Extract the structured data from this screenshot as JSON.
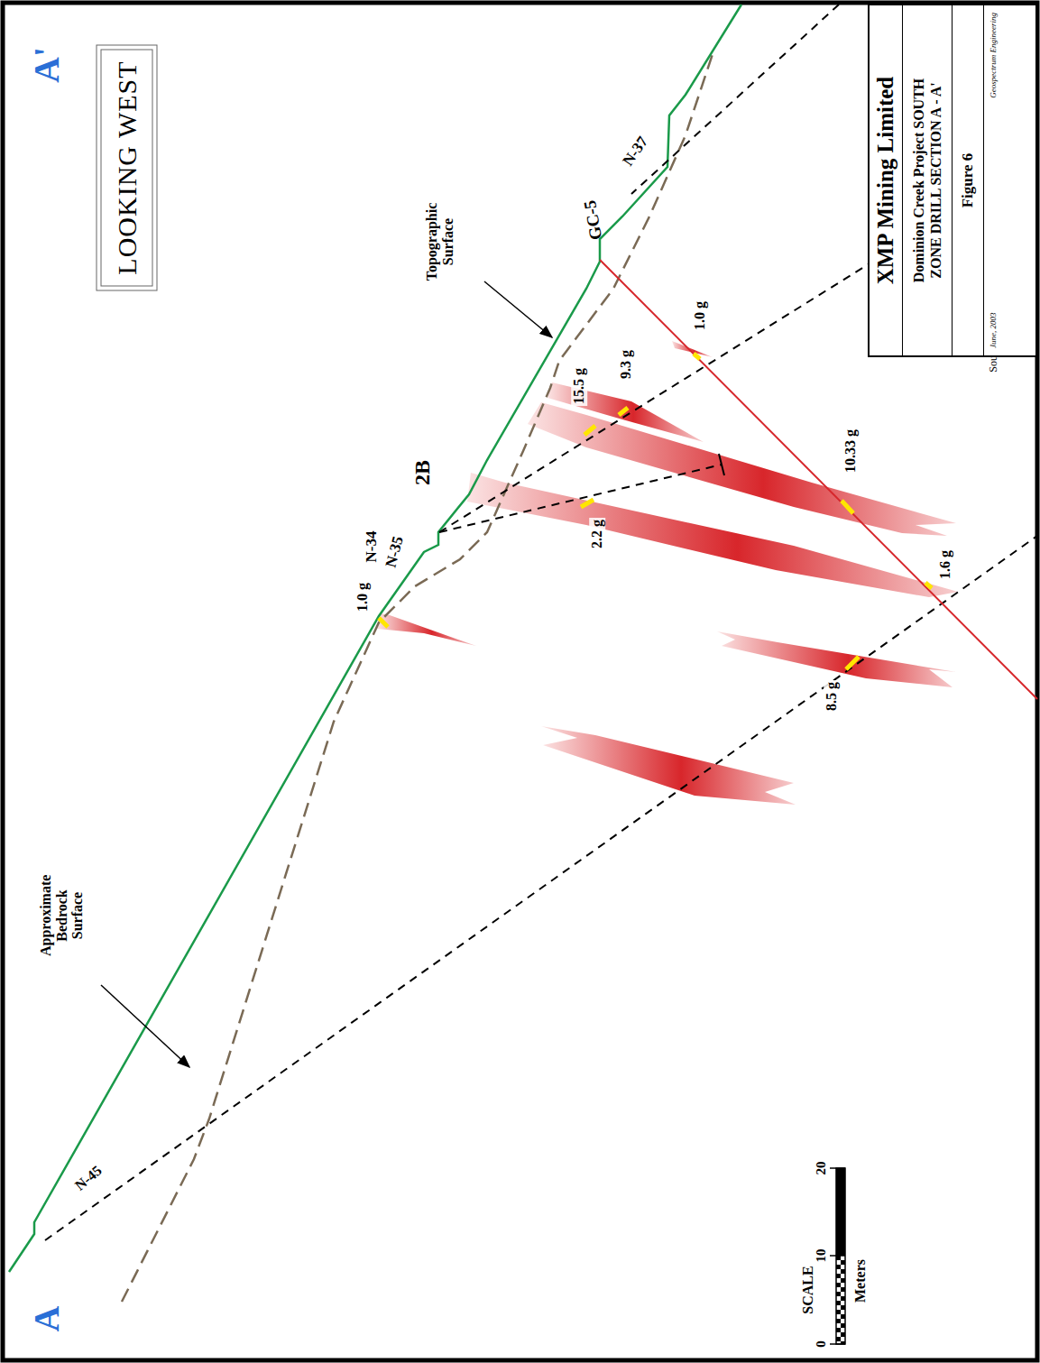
{
  "diagram": {
    "nodes": [
      {
        "text": [
          "LOOKING WEST"
        ]
      },
      {
        "text": [
          "XMP Mining Limited",
          "Dominion Creek Project SOUTH ZONE DRILL SECTION A - A'",
          "Figure 6",
          "June, 2003",
          "Geospectrum Engineering"
        ]
      }
    ],
    "labels": [
      "A",
      "A'",
      "Topographic Surface",
      "Approximate Bedrock Surface",
      "N-45",
      "N-34",
      "N-35",
      "2B",
      "GC-5",
      "N-37",
      "1.0 g",
      "15.5 g",
      "9.3 g",
      "2.2 g",
      "1.0 g",
      "10.33 g",
      "1.6 g",
      "8.5 g",
      "SCALE",
      "0",
      "10",
      "20",
      "Meters",
      "Source : P. Cowley, P. Geo. Gold City Industries Ltd."
    ]
  }
}
